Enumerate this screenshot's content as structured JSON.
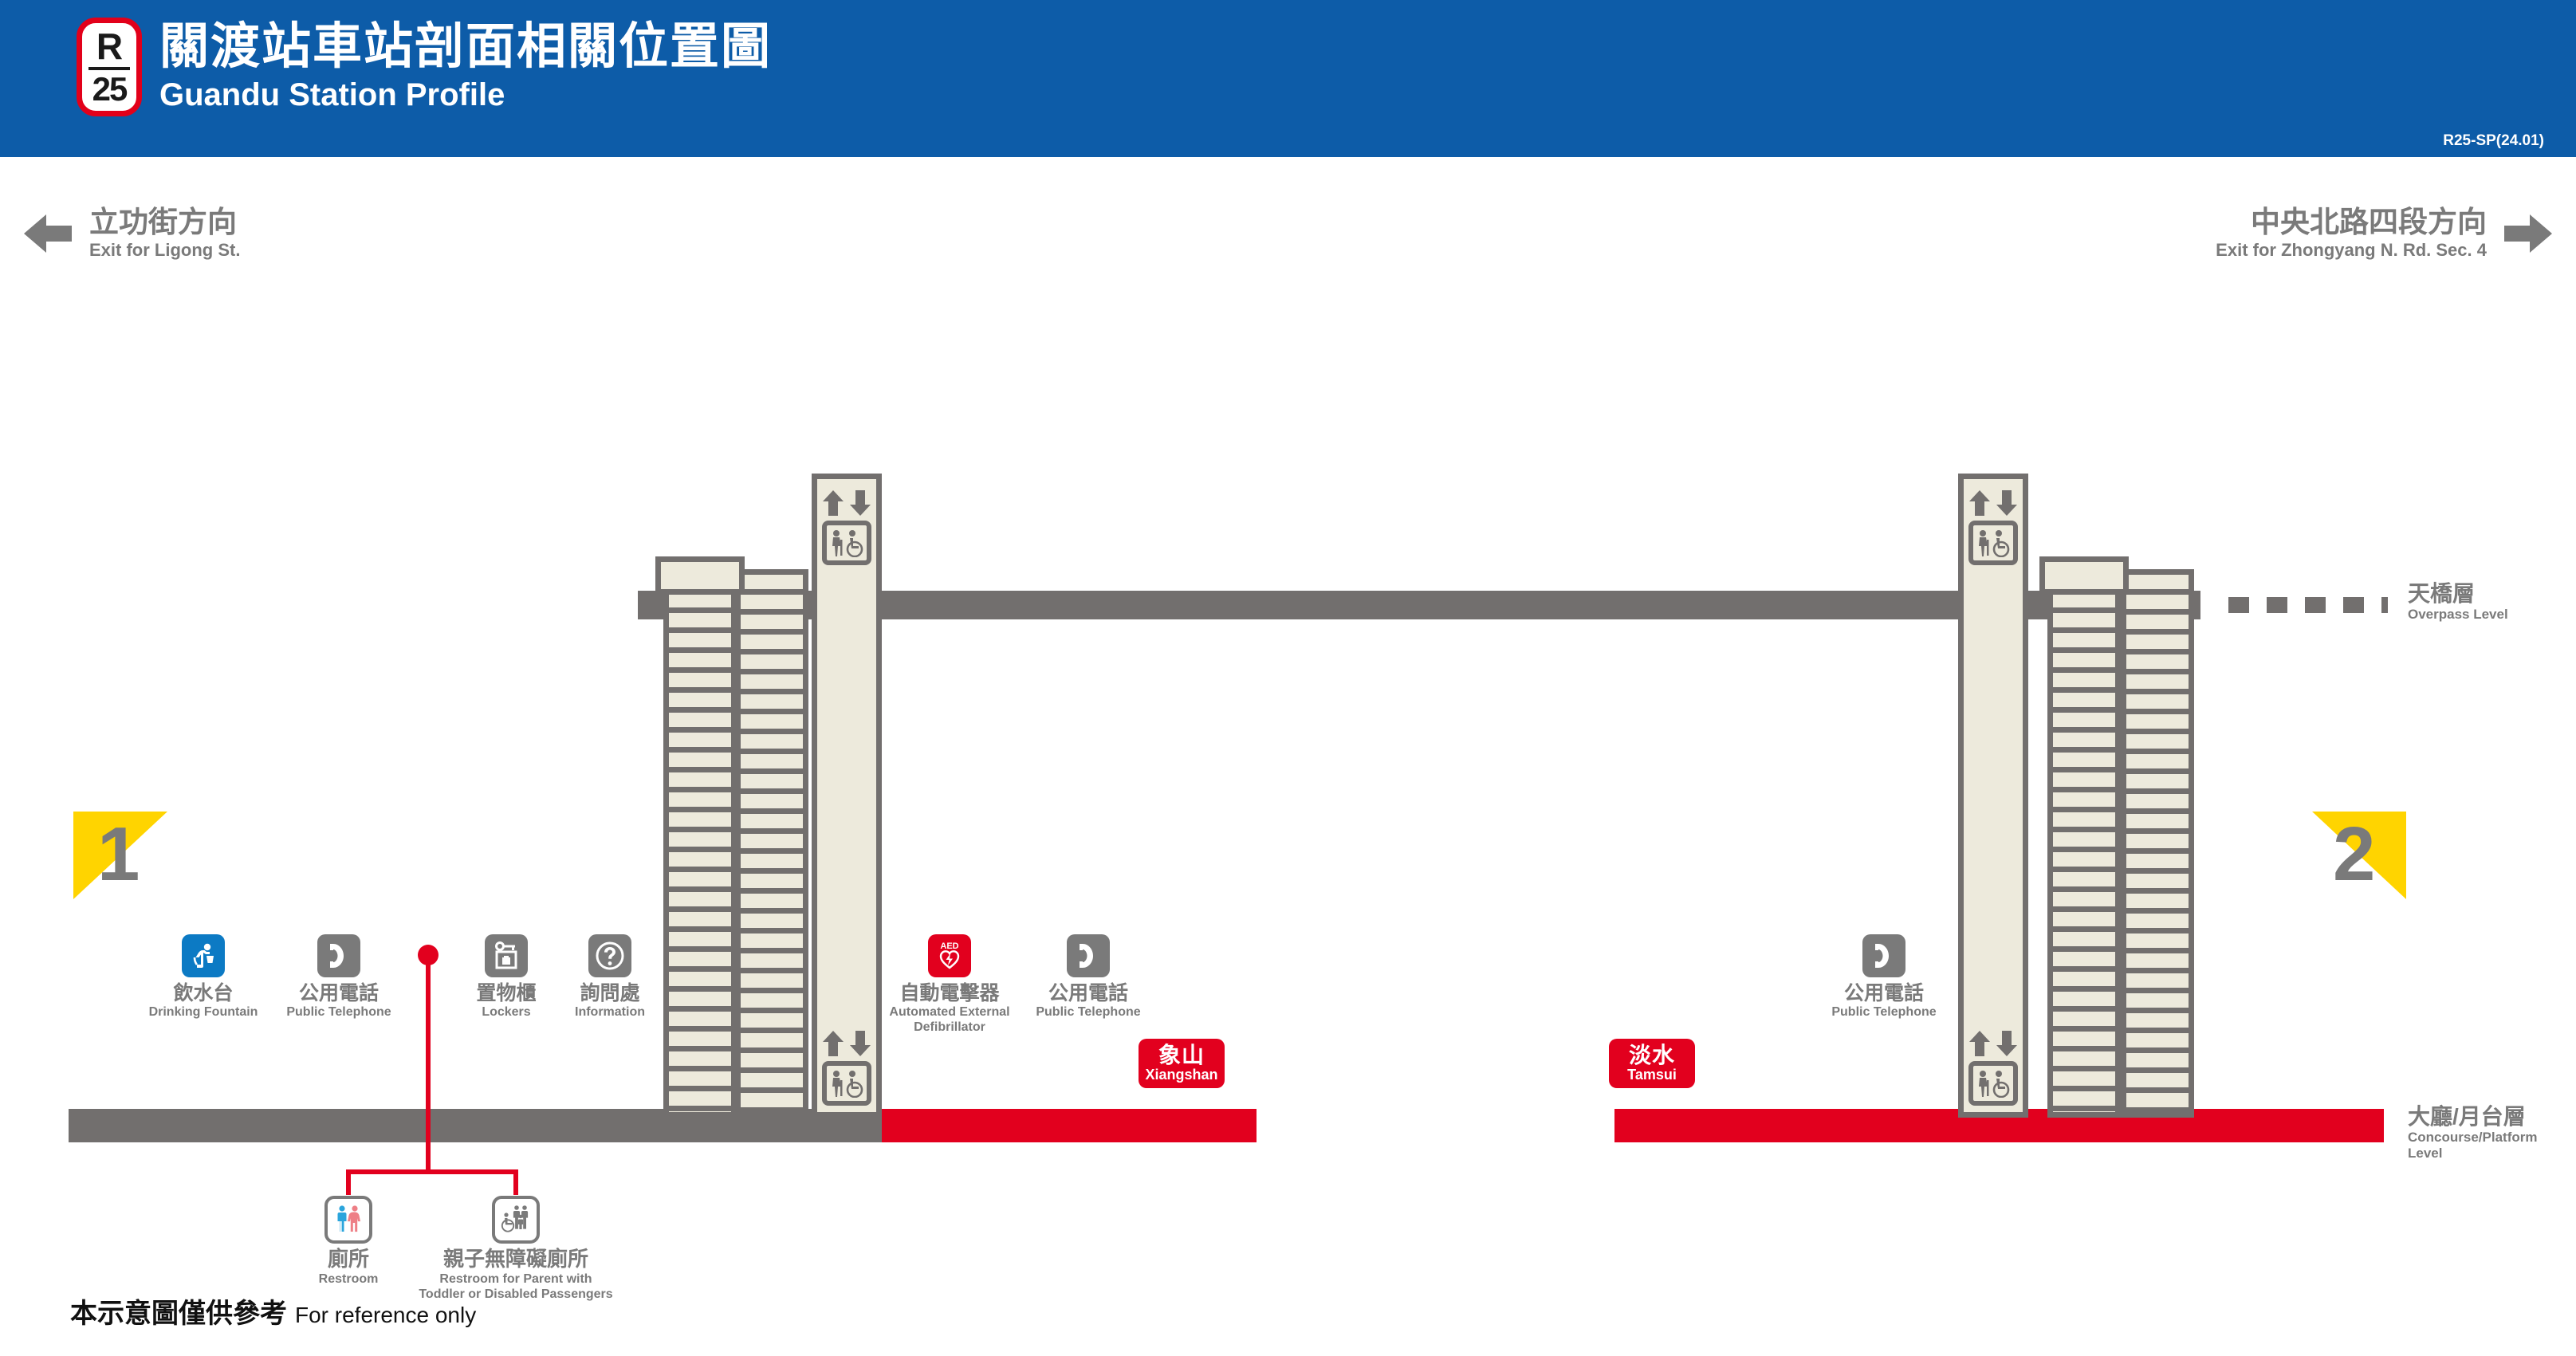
{
  "header": {
    "line_letter": "R",
    "station_number": "25",
    "title_zh": "關渡站車站剖面相關位置圖",
    "title_en": "Guandu Station Profile",
    "sheet_code": "R25-SP(24.01)",
    "brand_blue": "#0D5CA8",
    "badge_red": "#E2001A"
  },
  "exits": [
    {
      "side": "left",
      "zh": "立功街方向",
      "en": "Exit for Ligong St.",
      "icon": "arrow-left-icon"
    },
    {
      "side": "right",
      "zh": "中央北路四段方向",
      "en": "Exit for Zhongyang N. Rd. Sec. 4",
      "icon": "arrow-right-icon"
    }
  ],
  "levels": [
    {
      "zh": "天橋層",
      "en": "Overpass Level",
      "en2": ""
    },
    {
      "zh": "大廳/月台層",
      "en": "Concourse/Platform",
      "en2": "Level"
    }
  ],
  "platforms": [
    {
      "number": "1",
      "side": "left"
    },
    {
      "number": "2",
      "side": "right"
    }
  ],
  "destinations": [
    {
      "zh": "象山",
      "en": "Xiangshan",
      "side": "left"
    },
    {
      "zh": "淡水",
      "en": "Tamsui",
      "side": "right"
    }
  ],
  "facilities_left": [
    {
      "zh": "飲水台",
      "en": "Drinking Fountain",
      "en2": "",
      "icon": "drinking-fountain-icon",
      "color": "#0C7AC4"
    },
    {
      "zh": "公用電話",
      "en": "Public Telephone",
      "en2": "",
      "icon": "telephone-icon",
      "color": "#7a7a7a"
    },
    {
      "zh": "置物櫃",
      "en": "Lockers",
      "en2": "",
      "icon": "locker-icon",
      "color": "#7a7a7a"
    },
    {
      "zh": "詢問處",
      "en": "Information",
      "en2": "",
      "icon": "information-icon",
      "color": "#7a7a7a"
    }
  ],
  "facilities_center": [
    {
      "zh": "自動電擊器",
      "en": "Automated External",
      "en2": "Defibrillator",
      "icon": "aed-icon",
      "color": "#E2001E"
    },
    {
      "zh": "公用電話",
      "en": "Public Telephone",
      "en2": "",
      "icon": "telephone-icon",
      "color": "#7a7a7a"
    }
  ],
  "facilities_right": [
    {
      "zh": "公用電話",
      "en": "Public Telephone",
      "en2": "",
      "icon": "telephone-icon",
      "color": "#7a7a7a"
    }
  ],
  "restrooms": [
    {
      "zh": "廁所",
      "en": "Restroom",
      "en2": "",
      "icon": "restroom-icon"
    },
    {
      "zh": "親子無障礙廁所",
      "en": "Restroom for Parent with",
      "en2": "Toddler or Disabled Passengers",
      "icon": "accessible-family-restroom-icon"
    }
  ],
  "elevators": [
    {
      "id": "left-elevator",
      "icon": "elevator-accessible-icon",
      "arrows": "up-down-arrows-icon"
    },
    {
      "id": "right-elevator",
      "icon": "elevator-accessible-icon",
      "arrows": "up-down-arrows-icon"
    }
  ],
  "footnote": {
    "zh": "本示意圖僅供參考",
    "en": "For reference only"
  },
  "colors": {
    "structure_gray": "#726F6E",
    "shaft_fill": "#EDEADC",
    "platform_red": "#E2001E",
    "platform_yellow": "#FFD400",
    "text_gray": "#7a7a7a"
  }
}
